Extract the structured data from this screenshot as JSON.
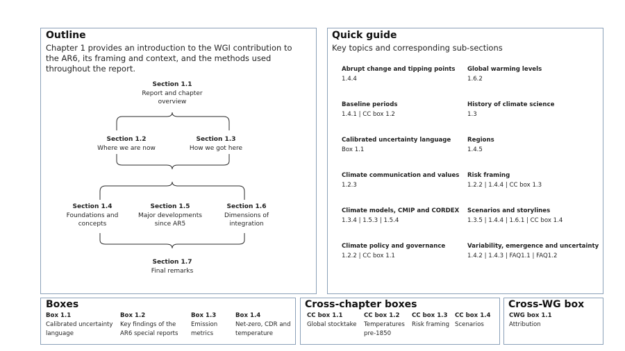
{
  "outline": {
    "title": "Outline",
    "description": "Chapter 1 provides an introduction to the WGI contribution to the AR6, its framing and context, and the methods used throughout the report.",
    "sections": [
      {
        "id": "Section 1.1",
        "label": "Report and chapter overview"
      },
      {
        "id": "Section 1.2",
        "label": "Where we are now"
      },
      {
        "id": "Section 1.3",
        "label": "How we got here"
      },
      {
        "id": "Section 1.4",
        "label": "Foundations and concepts"
      },
      {
        "id": "Section 1.5",
        "label": "Major developments since AR5"
      },
      {
        "id": "Section 1.6",
        "label": "Dimensions of integration"
      },
      {
        "id": "Section 1.7",
        "label": "Final remarks"
      }
    ]
  },
  "quick_guide": {
    "title": "Quick guide",
    "subtitle": "Key topics and corresponding sub-sections",
    "items": [
      {
        "topic": "Abrupt change and tipping points",
        "refs": "1.4.4"
      },
      {
        "topic": "Global warming levels",
        "refs": "1.6.2"
      },
      {
        "topic": "Baseline periods",
        "refs": "1.4.1 | CC box 1.2"
      },
      {
        "topic": "History of climate science",
        "refs": "1.3"
      },
      {
        "topic": "Calibrated uncertainty language",
        "refs": "Box 1.1"
      },
      {
        "topic": "Regions",
        "refs": "1.4.5"
      },
      {
        "topic": "Climate communication and values",
        "refs": "1.2.3"
      },
      {
        "topic": "Risk framing",
        "refs": "1.2.2 | 1.4.4 | CC box 1.3"
      },
      {
        "topic": "Climate models, CMIP and CORDEX",
        "refs": "1.3.4 | 1.5.3 | 1.5.4"
      },
      {
        "topic": "Scenarios and storylines",
        "refs": "1.3.5 | 1.4.4 | 1.6.1 | CC box 1.4"
      },
      {
        "topic": "Climate policy and governance",
        "refs": "1.2.2 | CC box 1.1"
      },
      {
        "topic": "Variability, emergence and uncertainty",
        "refs": "1.4.2 | 1.4.3 | FAQ1.1 | FAQ1.2"
      }
    ]
  },
  "boxes": {
    "title": "Boxes",
    "items": [
      {
        "id": "Box 1.1",
        "label": "Calibrated uncertainty language"
      },
      {
        "id": "Box 1.2",
        "label": "Key findings of the AR6 special reports"
      },
      {
        "id": "Box 1.3",
        "label": "Emission metrics"
      },
      {
        "id": "Box 1.4",
        "label": "Net-zero, CDR and temperature"
      }
    ]
  },
  "cross_chapter": {
    "title": "Cross-chapter boxes",
    "items": [
      {
        "id": "CC box 1.1",
        "label": "Global stocktake"
      },
      {
        "id": "CC box 1.2",
        "label": "Temperatures pre-1850"
      },
      {
        "id": "CC box 1.3",
        "label": "Risk framing"
      },
      {
        "id": "CC box 1.4",
        "label": "Scenarios"
      }
    ]
  },
  "cross_wg": {
    "title": "Cross-WG box",
    "items": [
      {
        "id": "CWG box 1.1",
        "label": "Attribution"
      }
    ]
  }
}
